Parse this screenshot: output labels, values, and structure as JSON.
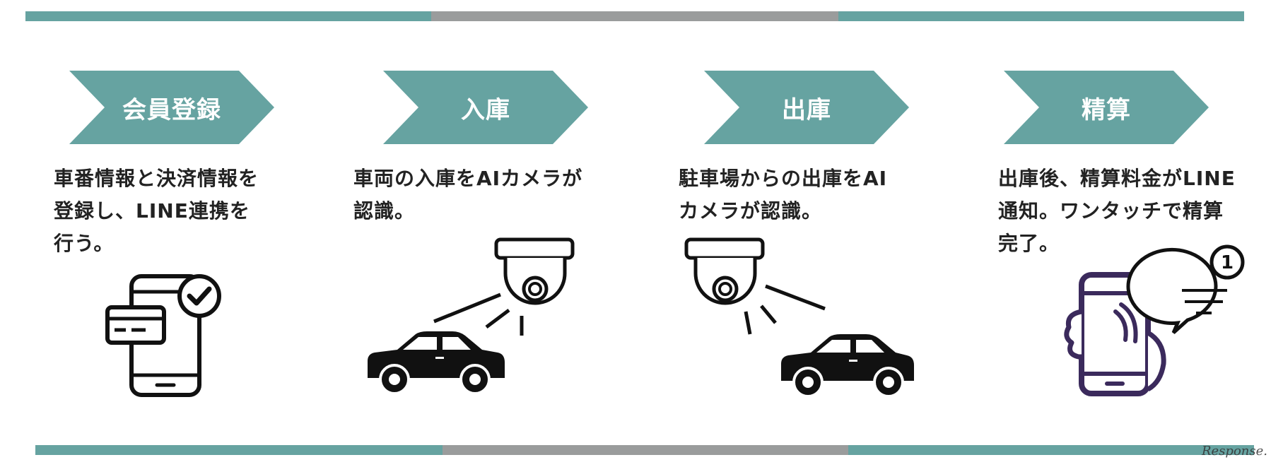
{
  "colors": {
    "teal": "#66a3a1",
    "gray": "#9a9c9c",
    "dark": "#111111",
    "purple": "#3b2a5c"
  },
  "steps": [
    {
      "label": "会員登録",
      "description": "車番情報と決済情報を\n登録し、LINE連携を\n行う。",
      "icon": "phone-card-check-icon"
    },
    {
      "label": "入庫",
      "description": "車両の入庫をAIカメラが\n認識。",
      "icon": "camera-car-enter-icon"
    },
    {
      "label": "出庫",
      "description": "駐車場からの出庫をAI\nカメラが認識。",
      "icon": "camera-car-exit-icon"
    },
    {
      "label": "精算",
      "description": "出庫後、精算料金がLINE\n通知。ワンタッチで精算\n完了。",
      "icon": "phone-notification-icon"
    }
  ],
  "notification_badge": "1",
  "watermark": "Response."
}
